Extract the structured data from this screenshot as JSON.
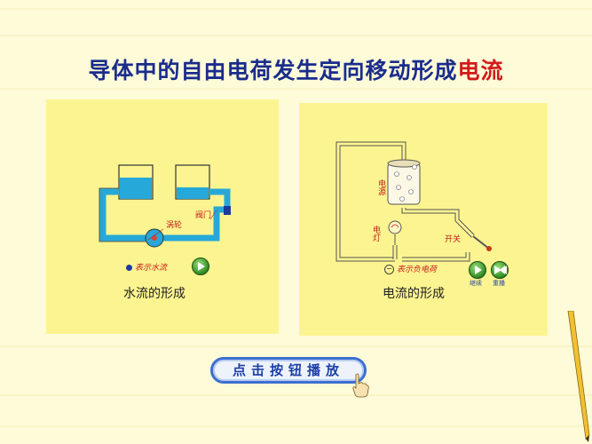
{
  "title": {
    "main": "导体中的自由电荷发生定向移动形成",
    "highlight": "电流"
  },
  "water_panel": {
    "valve_label": "阀门",
    "turbine_label": "涡轮",
    "legend_label": "表示水流",
    "caption": "水流的形成"
  },
  "circuit_panel": {
    "power_label": "电源",
    "lamp_label": "电灯",
    "switch_label": "开关",
    "legend_label": "表示负电荷",
    "continue_label": "继续",
    "rewind_label": "重播",
    "caption": "电流的形成"
  },
  "play_button_label": "点击按钮播放",
  "colors": {
    "title": "#1a2c8c",
    "highlight": "#d21a1a",
    "panel": "#fcf490",
    "water": "#26a8d8",
    "button_border": "#3c6fd0"
  },
  "icons": [
    "play-icon",
    "rewind-icon",
    "hand-pointer-icon",
    "pencil-icon"
  ]
}
